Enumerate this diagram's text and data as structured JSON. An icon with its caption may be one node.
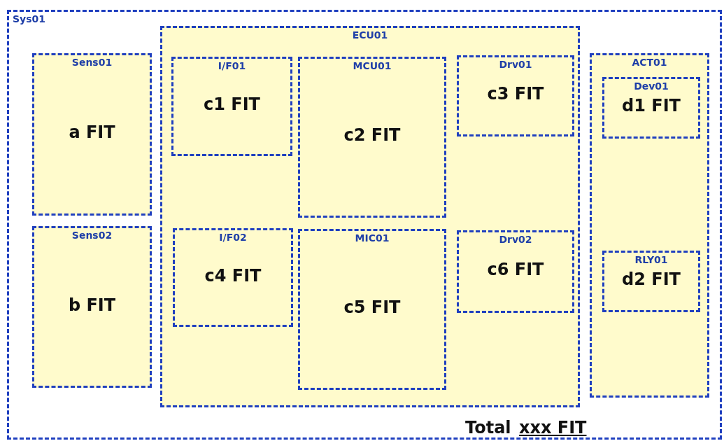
{
  "diagram": {
    "nodes": [
      {
        "text": [
          "Sys01"
        ]
      },
      {
        "text": [
          "Sens01",
          "a FIT"
        ],
        "in": 0
      },
      {
        "text": [
          "Sens02",
          "b FIT"
        ],
        "in": 0
      },
      {
        "text": [
          "ECU01"
        ],
        "in": 0
      },
      {
        "text": [
          "I/F01",
          "c1 FIT"
        ],
        "in": 3
      },
      {
        "text": [
          "MCU01",
          "c2 FIT"
        ],
        "in": 3
      },
      {
        "text": [
          "Drv01",
          "c3 FIT"
        ],
        "in": 3
      },
      {
        "text": [
          "I/F02",
          "c4 FIT"
        ],
        "in": 3
      },
      {
        "text": [
          "MIC01",
          "c5 FIT"
        ],
        "in": 3
      },
      {
        "text": [
          "Drv02",
          "c6 FIT"
        ],
        "in": 3
      },
      {
        "text": [
          "ACT01"
        ],
        "in": 0
      },
      {
        "text": [
          "Dev01",
          "d1 FIT"
        ],
        "in": 10
      },
      {
        "text": [
          "RLY01",
          "d2 FIT"
        ],
        "in": 10
      }
    ],
    "labels": [
      "Total",
      "xxx FIT"
    ]
  }
}
